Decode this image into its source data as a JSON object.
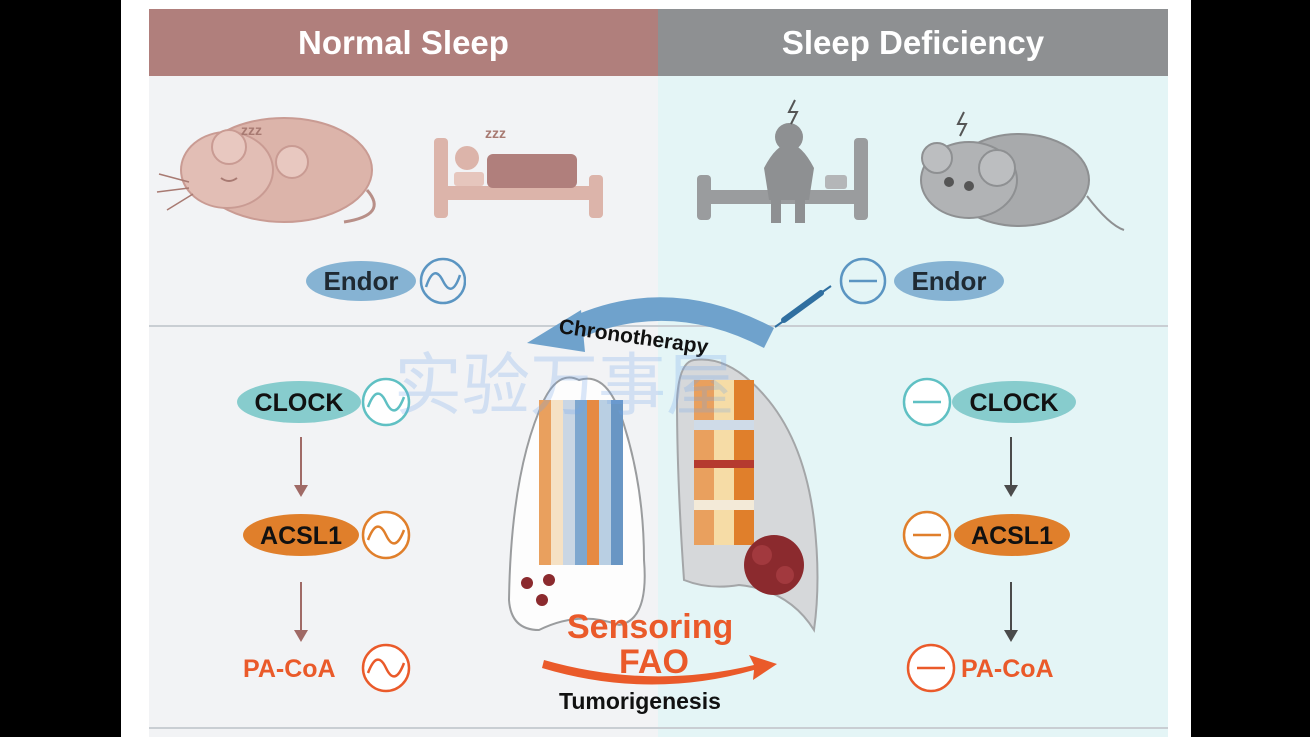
{
  "headers": {
    "left": "Normal Sleep",
    "right": "Sleep Deficiency"
  },
  "zz_icon": "zzz",
  "left": {
    "endor": "Endor",
    "clock": "CLOCK",
    "acsl1": "ACSL1",
    "pacoa": "PA-CoA"
  },
  "right": {
    "endor": "Endor",
    "clock": "CLOCK",
    "acsl1": "ACSL1",
    "pacoa": "PA-CoA"
  },
  "center": {
    "chronotherapy": "Chronotherapy",
    "sensoring": "Sensoring",
    "fao": "FAO",
    "tumorigenesis": "Tumorigenesis"
  },
  "watermark": "实验万事屋",
  "colors": {
    "header_left": "#b07f7c",
    "header_right": "#8e9092",
    "endor_fill": "#86b3d3",
    "clock_fill": "#87cccd",
    "acsl1_fill": "#e07f2b",
    "pacoa_text": "#ea5a2a",
    "chrono_arrow": "#6fa2cc",
    "tumor": "#8b2a2e"
  }
}
